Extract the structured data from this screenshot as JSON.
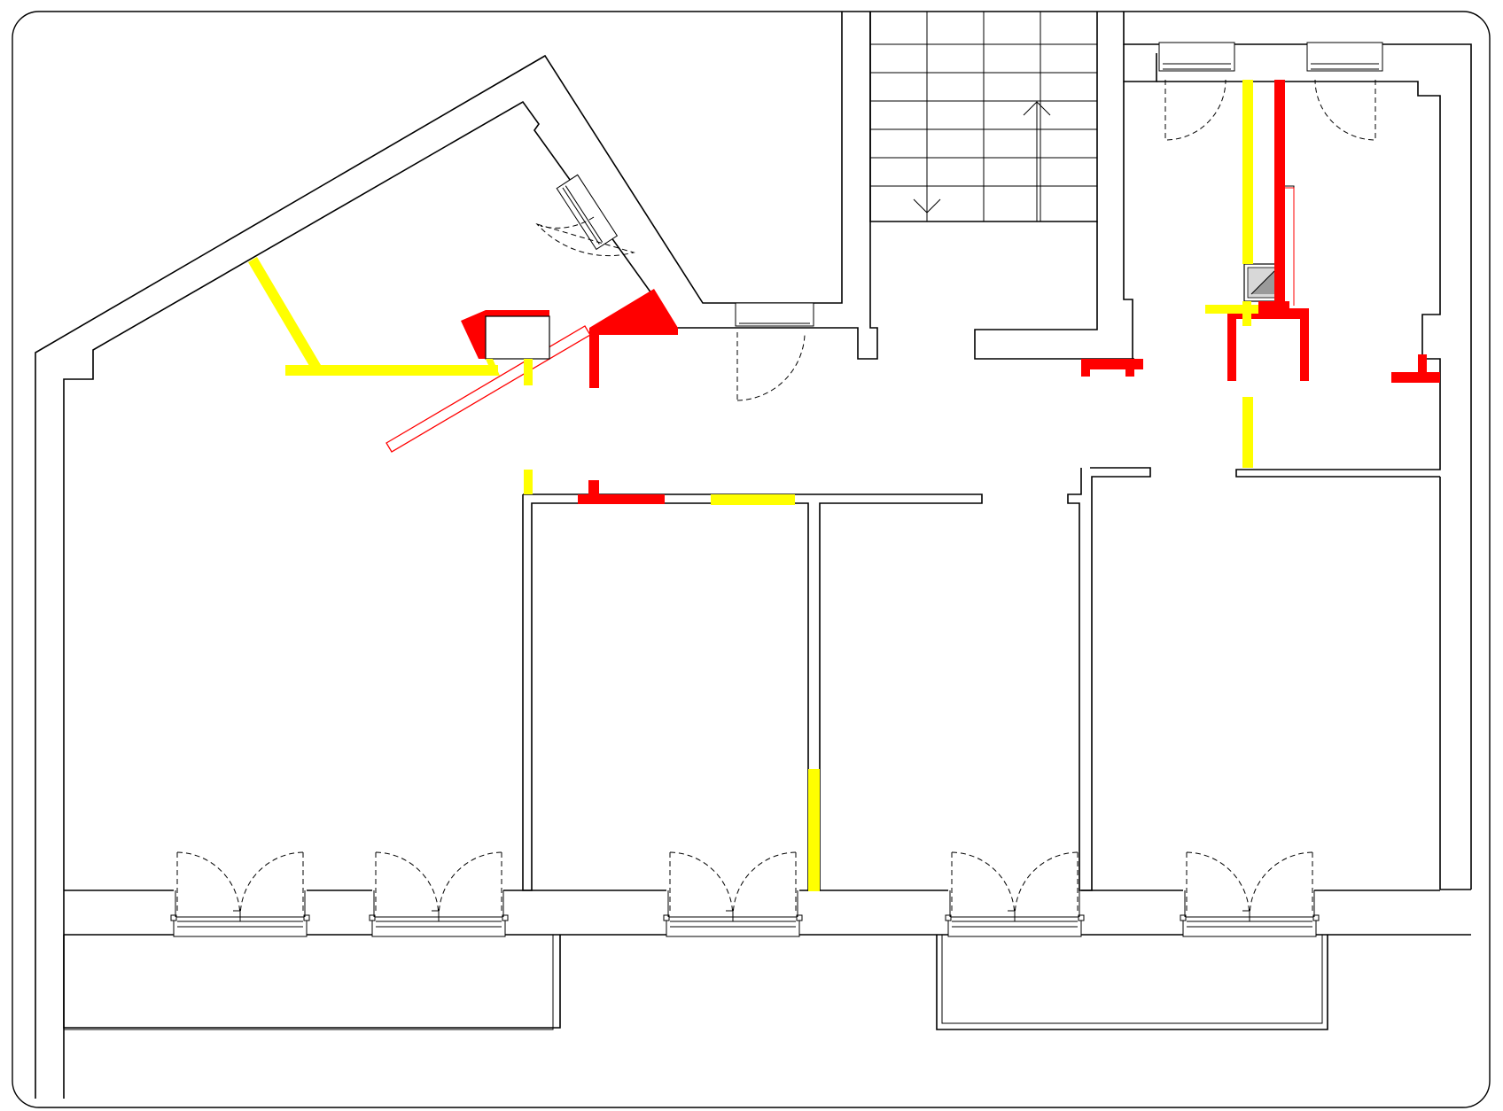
{
  "drawing": {
    "kind": "floor-plan",
    "legend_colors": {
      "demolition": "#ff0000",
      "construction": "#ffff00",
      "wall_line": "#000000"
    },
    "icons": [
      "stair-up-arrow",
      "stair-down-arrow",
      "door-swing",
      "window-frame",
      "service-shaft"
    ]
  }
}
